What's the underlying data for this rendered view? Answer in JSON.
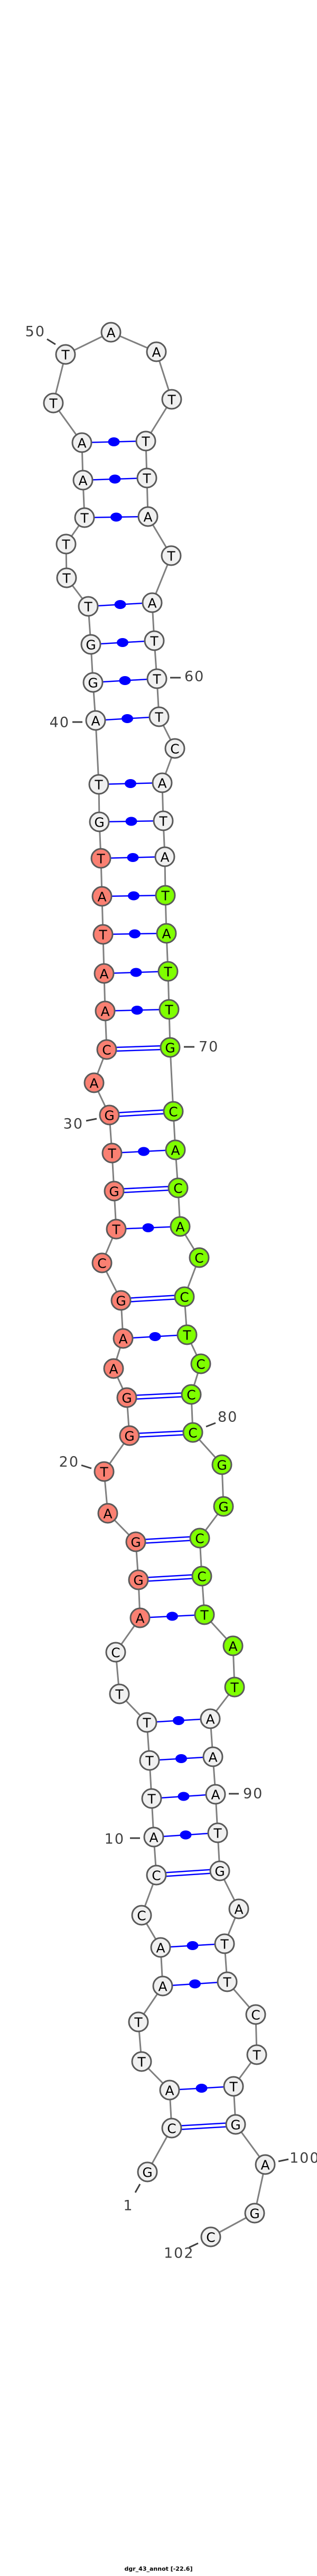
{
  "caption": "dgr_43_annot [-22.6]",
  "colors": {
    "default_fill": "#f0f0f0",
    "region_a_fill": "#fa8072",
    "region_b_fill": "#7fff00",
    "pair_color": "#0000ff",
    "backbone_color": "#808080"
  },
  "nucleotides": [
    "G",
    "C",
    "A",
    "T",
    "T",
    "A",
    "A",
    "C",
    "C",
    "A",
    "T",
    "T",
    "T",
    "T",
    "C",
    "A",
    "G",
    "G",
    "A",
    "T",
    "G",
    "G",
    "A",
    "A",
    "G",
    "C",
    "T",
    "G",
    "T",
    "G",
    "A",
    "C",
    "A",
    "A",
    "T",
    "A",
    "T",
    "G",
    "T",
    "A",
    "G",
    "G",
    "T",
    "T",
    "T",
    "T",
    "A",
    "A",
    "T",
    "T",
    "A",
    "A",
    "T",
    "T",
    "T",
    "A",
    "T",
    "A",
    "T",
    "T",
    "T",
    "C",
    "A",
    "T",
    "A",
    "T",
    "A",
    "T",
    "T",
    "G",
    "C",
    "A",
    "C",
    "A",
    "C",
    "C",
    "T",
    "C",
    "C",
    "C",
    "G",
    "G",
    "C",
    "C",
    "T",
    "A",
    "T",
    "A",
    "A",
    "A",
    "T",
    "G",
    "A",
    "T",
    "T",
    "C",
    "T",
    "T",
    "G",
    "A",
    "G",
    "C"
  ],
  "highlight_regions": [
    {
      "name": "region-a",
      "start": 16,
      "end": 37,
      "color_key": "region_a_fill"
    },
    {
      "name": "region-b",
      "start": 66,
      "end": 87,
      "color_key": "region_b_fill"
    }
  ],
  "pairs": [
    [
      2,
      99
    ],
    [
      3,
      98
    ],
    [
      6,
      95
    ],
    [
      7,
      94
    ],
    [
      9,
      92
    ],
    [
      10,
      91
    ],
    [
      11,
      90
    ],
    [
      12,
      89
    ],
    [
      13,
      88
    ],
    [
      16,
      85
    ],
    [
      17,
      84
    ],
    [
      18,
      83
    ],
    [
      21,
      80
    ],
    [
      22,
      79
    ],
    [
      24,
      77
    ],
    [
      25,
      76
    ],
    [
      27,
      74
    ],
    [
      28,
      73
    ],
    [
      29,
      72
    ],
    [
      30,
      71
    ],
    [
      32,
      70
    ],
    [
      33,
      69
    ],
    [
      34,
      68
    ],
    [
      35,
      67
    ],
    [
      36,
      66
    ],
    [
      37,
      65
    ],
    [
      38,
      64
    ],
    [
      39,
      63
    ],
    [
      40,
      61
    ],
    [
      41,
      60
    ],
    [
      42,
      59
    ],
    [
      43,
      58
    ],
    [
      46,
      56
    ],
    [
      47,
      55
    ],
    [
      48,
      54
    ]
  ],
  "position_labels": [
    {
      "index": 1,
      "text": "1"
    },
    {
      "index": 10,
      "text": "10"
    },
    {
      "index": 20,
      "text": "20"
    },
    {
      "index": 30,
      "text": "30"
    },
    {
      "index": 40,
      "text": "40"
    },
    {
      "index": 50,
      "text": "50"
    },
    {
      "index": 60,
      "text": "60"
    },
    {
      "index": 70,
      "text": "70"
    },
    {
      "index": 80,
      "text": "80"
    },
    {
      "index": 90,
      "text": "90"
    },
    {
      "index": 100,
      "text": "100"
    },
    {
      "index": 102,
      "text": "102"
    }
  ]
}
